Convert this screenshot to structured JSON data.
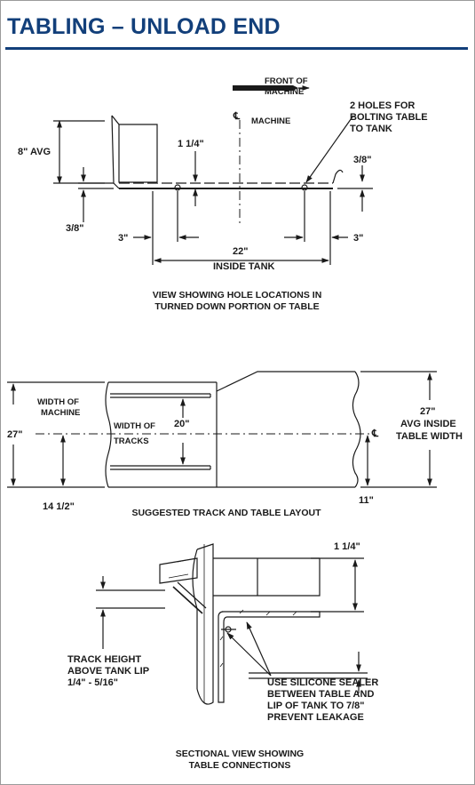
{
  "title": "TABLING – UNLOAD END",
  "colors": {
    "heading": "#123f7a",
    "ink": "#1a1a1a",
    "frame": "#9a9a9a"
  },
  "figure1": {
    "front_line1": "FRONT OF",
    "front_line2": "MACHINE",
    "cl_symbol": "℄",
    "cl_label": "MACHINE",
    "holes_line1": "2 HOLES FOR",
    "holes_line2": "BOLTING TABLE",
    "holes_line3": "TO TANK",
    "avg_height": "8\" AVG",
    "upper_gap": "1 1/4\"",
    "right_gap": "3/8\"",
    "left_gap": "3/8\"",
    "left_offset": "3\"",
    "right_offset": "3\"",
    "inside_width": "22\"",
    "inside_label": "INSIDE TANK",
    "caption_line1": "VIEW SHOWING HOLE LOCATIONS IN",
    "caption_line2": "TURNED DOWN PORTION OF TABLE"
  },
  "figure2": {
    "machine_width_line1": "WIDTH OF",
    "machine_width_line2": "MACHINE",
    "tracks_line1": "WIDTH OF",
    "tracks_line2": "TRACKS",
    "track_width": "20\"",
    "overall_width": "27\"",
    "table_width": "27\"",
    "table_label_line1": "AVG INSIDE",
    "table_label_line2": "TABLE WIDTH",
    "cl_symbol": "℄",
    "half_width": "14 1/2\"",
    "right_offset": "11\"",
    "caption": "SUGGESTED TRACK AND TABLE LAYOUT"
  },
  "figure3": {
    "top_gap": "1 1/4\"",
    "lower_gap": "7/8\"",
    "height_line1": "TRACK HEIGHT",
    "height_line2": "ABOVE TANK LIP",
    "height_line3": "1/4\" - 5/16\"",
    "sealer_line1": "USE SILICONE SEALER",
    "sealer_line2": "BETWEEN TABLE AND",
    "sealer_line3": "LIP OF TANK TO",
    "sealer_line4": "PREVENT LEAKAGE",
    "caption_line1": "SECTIONAL VIEW SHOWING",
    "caption_line2": "TABLE CONNECTIONS"
  }
}
